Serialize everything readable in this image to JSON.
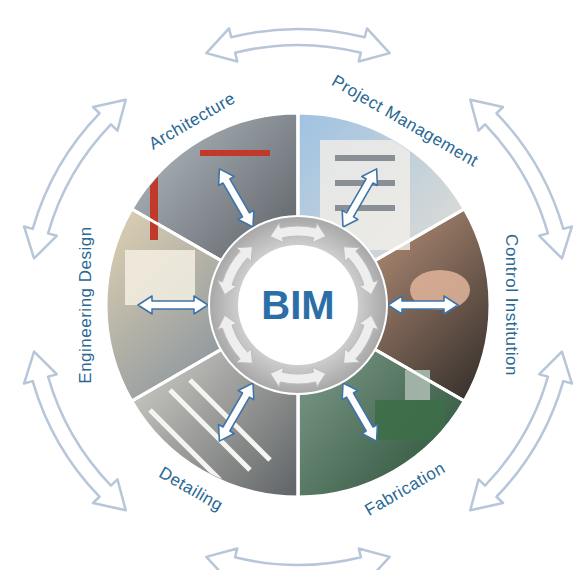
{
  "diagram": {
    "nodes": [
      {
        "text": [
          "BIM"
        ]
      },
      {
        "text": [
          "Architecture"
        ]
      },
      {
        "text": [
          "Project Management"
        ]
      },
      {
        "text": [
          "Control Institution"
        ]
      },
      {
        "text": [
          "Fabrication"
        ]
      },
      {
        "text": [
          "Detailing"
        ]
      },
      {
        "text": [
          "Engineering Design"
        ]
      }
    ],
    "edges": [
      {
        "from": 0,
        "to": 1,
        "arrow": "both"
      },
      {
        "from": 0,
        "to": 2,
        "arrow": "both"
      },
      {
        "from": 0,
        "to": 3,
        "arrow": "both"
      },
      {
        "from": 0,
        "to": 4,
        "arrow": "both"
      },
      {
        "from": 0,
        "to": 5,
        "arrow": "both"
      },
      {
        "from": 0,
        "to": 6,
        "arrow": "both"
      }
    ]
  }
}
